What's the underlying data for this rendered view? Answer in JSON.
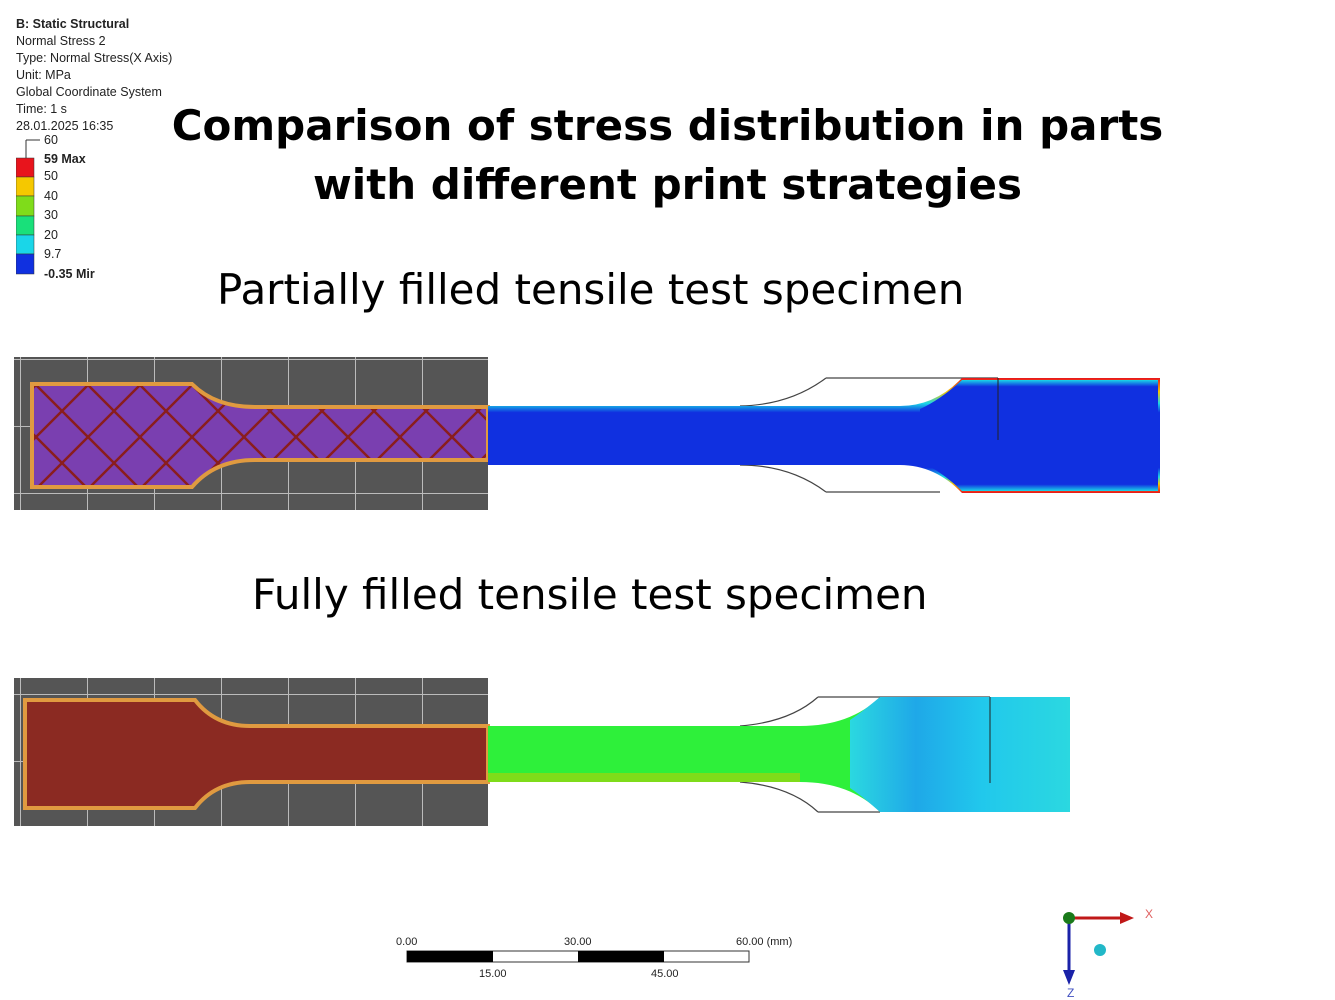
{
  "legend": {
    "lines": [
      "B: Static Structural",
      "Normal Stress 2",
      "Type: Normal Stress(X Axis)",
      "Unit: MPa",
      "Global Coordinate System",
      "Time: 1 s",
      "28.01.2025 16:35"
    ],
    "levels": [
      "60",
      "59 Max",
      "50",
      "40",
      "30",
      "20",
      "9.7",
      "-0.35 Mir"
    ],
    "colors": [
      "#e8141c",
      "#f5c800",
      "#7fdc1a",
      "#19e07a",
      "#1ad6e8",
      "#1030e0"
    ]
  },
  "title": {
    "line1": "Comparison of stress distribution in parts",
    "line2": "with different print strategies"
  },
  "sections": [
    {
      "label": "Partially filled tensile test specimen"
    },
    {
      "label": "Fully filled tensile test specimen"
    }
  ],
  "scale_bar": {
    "ticks_top": [
      "0.00",
      "30.00",
      "60.00 (mm)"
    ],
    "ticks_bottom": [
      "15.00",
      "45.00"
    ]
  },
  "triad": {
    "x": "X",
    "z": "Z"
  }
}
